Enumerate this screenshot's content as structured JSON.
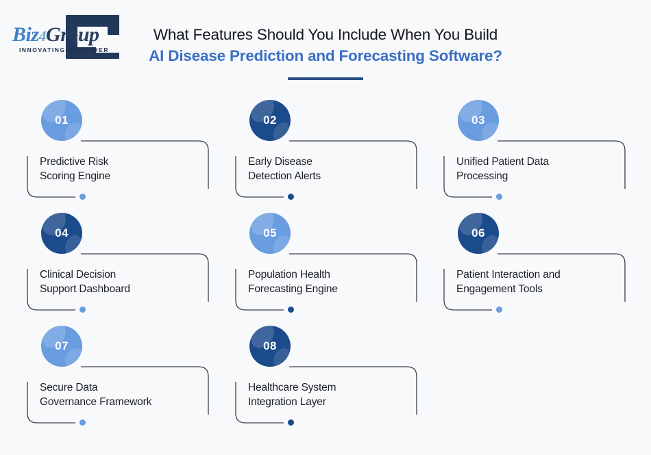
{
  "brand": {
    "logo_wordmark_biz": "Biz",
    "logo_wordmark_4": "4",
    "logo_wordmark_group": "Group",
    "logo_tagline": "INNOVATING TOGETHER",
    "logo_icon": "bracket-square-icon"
  },
  "header": {
    "title_line1": "What Features Should You Include When You Build",
    "title_line2": "AI Disease Prediction and Forecasting Software?"
  },
  "colors": {
    "background": "#f8f9fb",
    "light_blue": "#6a9ce0",
    "dark_navy": "#1c4b8b",
    "title_accent": "#3b6fc4",
    "rule": "#2c5183",
    "outline": "#3a4049",
    "text": "#1b1f26"
  },
  "cards": [
    {
      "number": "01",
      "label_line1": "Predictive Risk",
      "label_line2": "Scoring Engine",
      "circle_color": "#6a9ce0",
      "dot_color": "#6a9ce0"
    },
    {
      "number": "02",
      "label_line1": "Early Disease",
      "label_line2": "Detection Alerts",
      "circle_color": "#1c4b8b",
      "dot_color": "#1c4b8b"
    },
    {
      "number": "03",
      "label_line1": "Unified Patient Data",
      "label_line2": "Processing",
      "circle_color": "#6a9ce0",
      "dot_color": "#6a9ce0"
    },
    {
      "number": "04",
      "label_line1": "Clinical Decision",
      "label_line2": "Support Dashboard",
      "circle_color": "#1c4b8b",
      "dot_color": "#6a9ce0"
    },
    {
      "number": "05",
      "label_line1": "Population Health",
      "label_line2": "Forecasting Engine",
      "circle_color": "#6a9ce0",
      "dot_color": "#1c4b8b"
    },
    {
      "number": "06",
      "label_line1": "Patient Interaction and",
      "label_line2": "Engagement Tools",
      "circle_color": "#1c4b8b",
      "dot_color": "#6a9ce0"
    },
    {
      "number": "07",
      "label_line1": "Secure Data",
      "label_line2": "Governance Framework",
      "circle_color": "#6a9ce0",
      "dot_color": "#6a9ce0"
    },
    {
      "number": "08",
      "label_line1": "Healthcare System",
      "label_line2": "Integration Layer",
      "circle_color": "#1c4b8b",
      "dot_color": "#1c4b8b"
    }
  ]
}
